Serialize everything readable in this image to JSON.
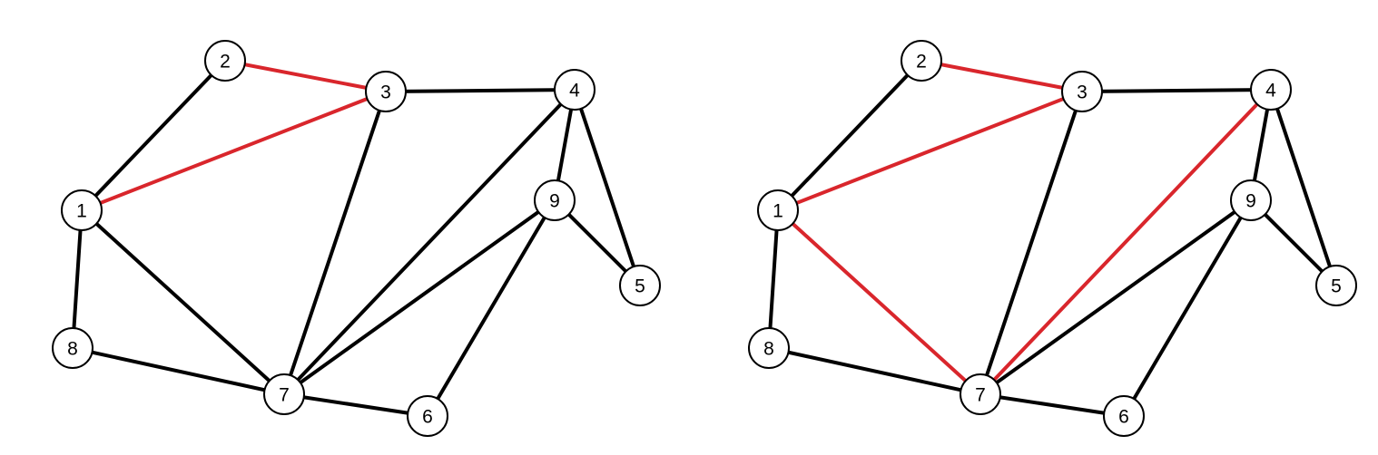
{
  "colors": {
    "edge_default": "#000000",
    "edge_highlight": "#d9262c",
    "node_fill": "#ffffff",
    "node_stroke": "#000000",
    "background": "#ffffff"
  },
  "graphs": [
    {
      "name": "graph-left",
      "nodes": [
        "1",
        "2",
        "3",
        "4",
        "5",
        "6",
        "7",
        "8",
        "9"
      ],
      "edges": [
        {
          "from": "1",
          "to": "2",
          "highlighted": false
        },
        {
          "from": "1",
          "to": "8",
          "highlighted": false
        },
        {
          "from": "1",
          "to": "7",
          "highlighted": false
        },
        {
          "from": "8",
          "to": "7",
          "highlighted": false
        },
        {
          "from": "3",
          "to": "4",
          "highlighted": false
        },
        {
          "from": "3",
          "to": "7",
          "highlighted": false
        },
        {
          "from": "4",
          "to": "7",
          "highlighted": false
        },
        {
          "from": "4",
          "to": "9",
          "highlighted": false
        },
        {
          "from": "4",
          "to": "5",
          "highlighted": false
        },
        {
          "from": "9",
          "to": "5",
          "highlighted": false
        },
        {
          "from": "9",
          "to": "7",
          "highlighted": false
        },
        {
          "from": "9",
          "to": "6",
          "highlighted": false
        },
        {
          "from": "7",
          "to": "6",
          "highlighted": false
        },
        {
          "from": "2",
          "to": "3",
          "highlighted": true
        },
        {
          "from": "1",
          "to": "3",
          "highlighted": true
        }
      ]
    },
    {
      "name": "graph-right",
      "nodes": [
        "1",
        "2",
        "3",
        "4",
        "5",
        "6",
        "7",
        "8",
        "9"
      ],
      "edges": [
        {
          "from": "1",
          "to": "2",
          "highlighted": false
        },
        {
          "from": "1",
          "to": "8",
          "highlighted": false
        },
        {
          "from": "8",
          "to": "7",
          "highlighted": false
        },
        {
          "from": "3",
          "to": "4",
          "highlighted": false
        },
        {
          "from": "3",
          "to": "7",
          "highlighted": false
        },
        {
          "from": "4",
          "to": "9",
          "highlighted": false
        },
        {
          "from": "4",
          "to": "5",
          "highlighted": false
        },
        {
          "from": "9",
          "to": "5",
          "highlighted": false
        },
        {
          "from": "9",
          "to": "7",
          "highlighted": false
        },
        {
          "from": "9",
          "to": "6",
          "highlighted": false
        },
        {
          "from": "7",
          "to": "6",
          "highlighted": false
        },
        {
          "from": "2",
          "to": "3",
          "highlighted": true
        },
        {
          "from": "1",
          "to": "3",
          "highlighted": true
        },
        {
          "from": "1",
          "to": "7",
          "highlighted": true
        },
        {
          "from": "4",
          "to": "7",
          "highlighted": true
        }
      ]
    }
  ]
}
